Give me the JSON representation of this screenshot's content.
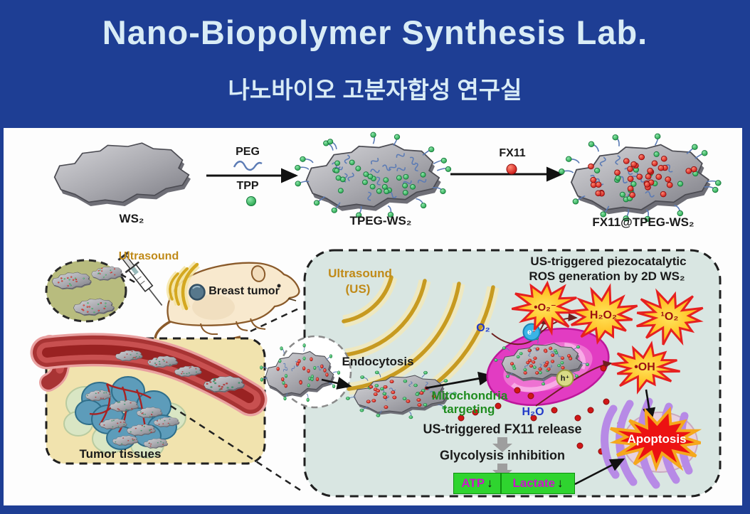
{
  "header": {
    "title": "Nano-Biopolymer Synthesis Lab.",
    "subtitle": "나노바이오 고분자합성 연구실"
  },
  "synthesis": {
    "ws2": "WS₂",
    "peg": "PEG",
    "tpp": "TPP",
    "tpeg_ws2": "TPEG-WS₂",
    "fx11": "FX11",
    "fx11_tpeg_ws2": "FX11@TPEG-WS₂"
  },
  "in_vivo": {
    "ultrasound": "Ultrasound",
    "breast_tumor": "Breast tumor",
    "tumor_tissues": "Tumor tissues"
  },
  "cell": {
    "ultrasound_line1": "Ultrasound",
    "ultrasound_line2": "(US)",
    "ros_title_line1": "US-triggered piezocatalytic",
    "ros_title_line2": "ROS generation by 2D WS₂",
    "endocytosis": "Endocytosis",
    "mitochondria_line1": "Mitochondria",
    "mitochondria_line2": "targeting",
    "oxygen": "O₂",
    "water": "H₂O",
    "electron": "e⁻",
    "hole": "h⁺",
    "superoxide": "•O₂⁻",
    "hydrogen_peroxide": "H₂O₂",
    "singlet_oxygen": "¹O₂",
    "hydroxyl_radical": "•OH",
    "fx11_release": "US-triggered FX11 release",
    "glycolysis_inhibition": "Glycolysis inhibition",
    "atp": "ATP",
    "lactate": "Lactate",
    "decrease_arrow": "↓",
    "apoptosis": "Apoptosis"
  },
  "colors": {
    "banner_blue": "#1E3E94",
    "banner_text": "#D9ECF6",
    "panel_teal": "#D9E6E2",
    "panel_cream": "#F1E3AE",
    "gold": "#C08A18",
    "green_text": "#1F8C1F",
    "blue_text": "#2038C8",
    "chip_green": "#2FD42F",
    "chip_text_magenta": "#CC14CC",
    "burst_red": "#E62020",
    "apoptosis_red": "#EC1212"
  }
}
